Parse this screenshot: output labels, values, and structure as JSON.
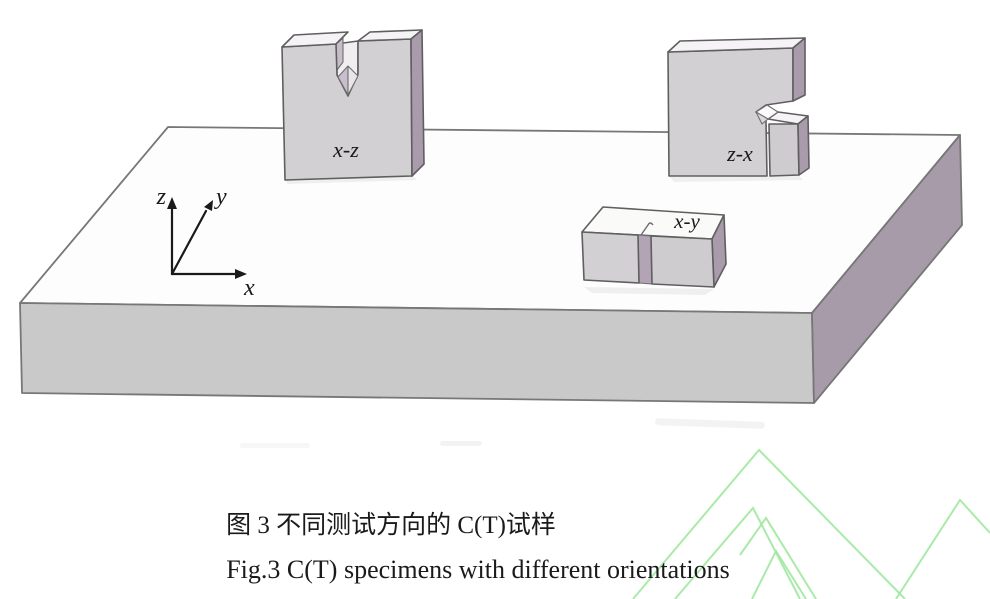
{
  "figure": {
    "plate": {
      "top_color": "#fdfdfd",
      "front_color": "#c9c9c9",
      "side_color": "#a79aa9"
    },
    "specimen_colors": {
      "front": "#d3d0d3",
      "front_alt": "#cfccd0",
      "side": "#a99bac",
      "top": "#f5f3f5",
      "top_bright": "#fafaf9",
      "notch_inner": "#b2a3b5",
      "slot_back": "#f1eef1",
      "slot_wall": "#c7bcc8",
      "facet_dark": "#c9becb",
      "facet_light": "#e9e5e9",
      "wedge_top": "#fbfafb",
      "wedge_bottom": "#ddd6dd"
    },
    "outline_color": "#6e6e6e",
    "text_color": "#1a1a1a",
    "watermark_color": "#a0e8a0",
    "axes": {
      "x_label": "x",
      "y_label": "y",
      "z_label": "z"
    },
    "specimens": [
      {
        "label": "x-z"
      },
      {
        "label": "z-x"
      },
      {
        "label": "x-y"
      }
    ]
  },
  "caption": {
    "zh": "图 3  不同测试方向的 C(T)试样",
    "en": "Fig.3  C(T) specimens with different orientations"
  }
}
